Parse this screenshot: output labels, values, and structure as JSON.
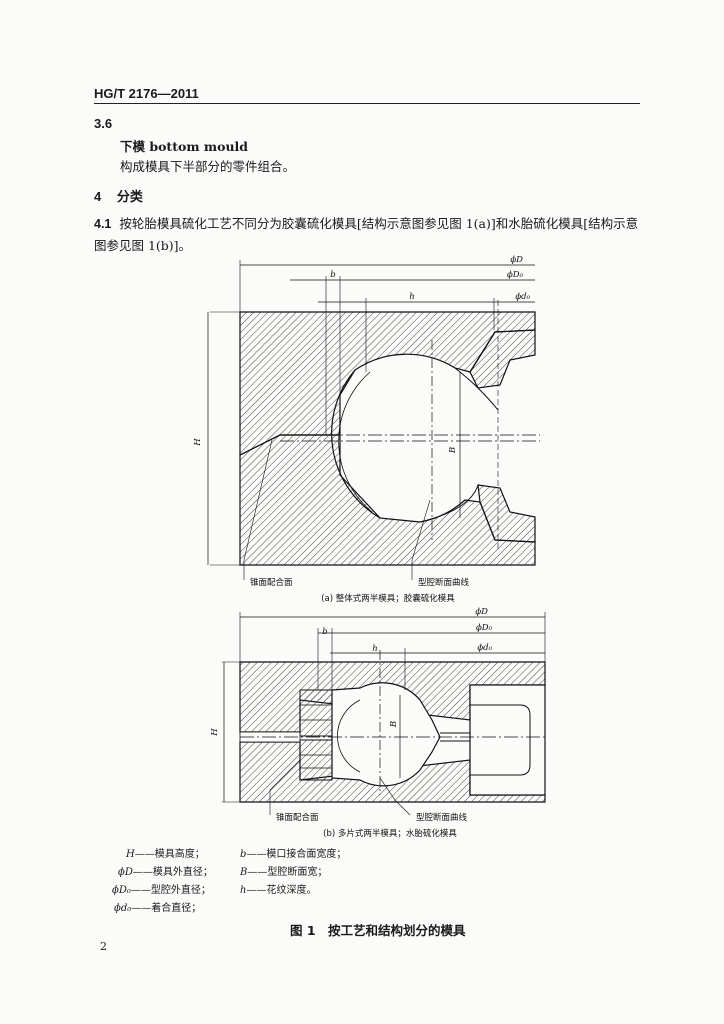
{
  "header": {
    "doc_id": "HG/T 2176—2011"
  },
  "section_3_6": {
    "number": "3.6",
    "term": "下模 bottom mould",
    "definition": "构成模具下半部分的零件组合。"
  },
  "section_4": {
    "number": "4",
    "title": "分类"
  },
  "section_4_1": {
    "number": "4.1",
    "text": "按轮胎模具硫化工艺不同分为胶囊硫化模具[结构示意图参见图 1(a)]和水胎硫化模具[结构示意图参见图 1(b)]。"
  },
  "figure": {
    "a": {
      "dims": {
        "D": "ϕD",
        "D0": "ϕD₀",
        "d0": "ϕd₀",
        "b": "b",
        "h": "h",
        "H": "H",
        "B": "B"
      },
      "label_cone": "锥面配合面",
      "label_curve": "型腔断面曲线",
      "caption": "(a) 整体式两半模具；胶囊硫化模具"
    },
    "b": {
      "dims": {
        "D": "ϕD",
        "D0": "ϕD₀",
        "d0": "ϕd₀",
        "b": "b",
        "h": "h",
        "H": "H",
        "B": "B"
      },
      "label_cone": "锥面配合面",
      "label_curve": "型腔断面曲线",
      "caption": "(b) 多片式两半模具；水胎硫化模具"
    },
    "legend": [
      {
        "sym": "H",
        "desc": "——模具高度；"
      },
      {
        "sym": "b",
        "desc": "——模口接合面宽度；"
      },
      {
        "sym": "ϕD",
        "desc": "——模具外直径；"
      },
      {
        "sym": "B",
        "desc": "——型腔断面宽；"
      },
      {
        "sym": "ϕD₀",
        "desc": "——型腔外直径；"
      },
      {
        "sym": "h",
        "desc": "——花纹深度。"
      },
      {
        "sym": "ϕd₀",
        "desc": "——着合直径；"
      }
    ],
    "title": "图 1　按工艺和结构划分的模具"
  },
  "page_number": "2"
}
